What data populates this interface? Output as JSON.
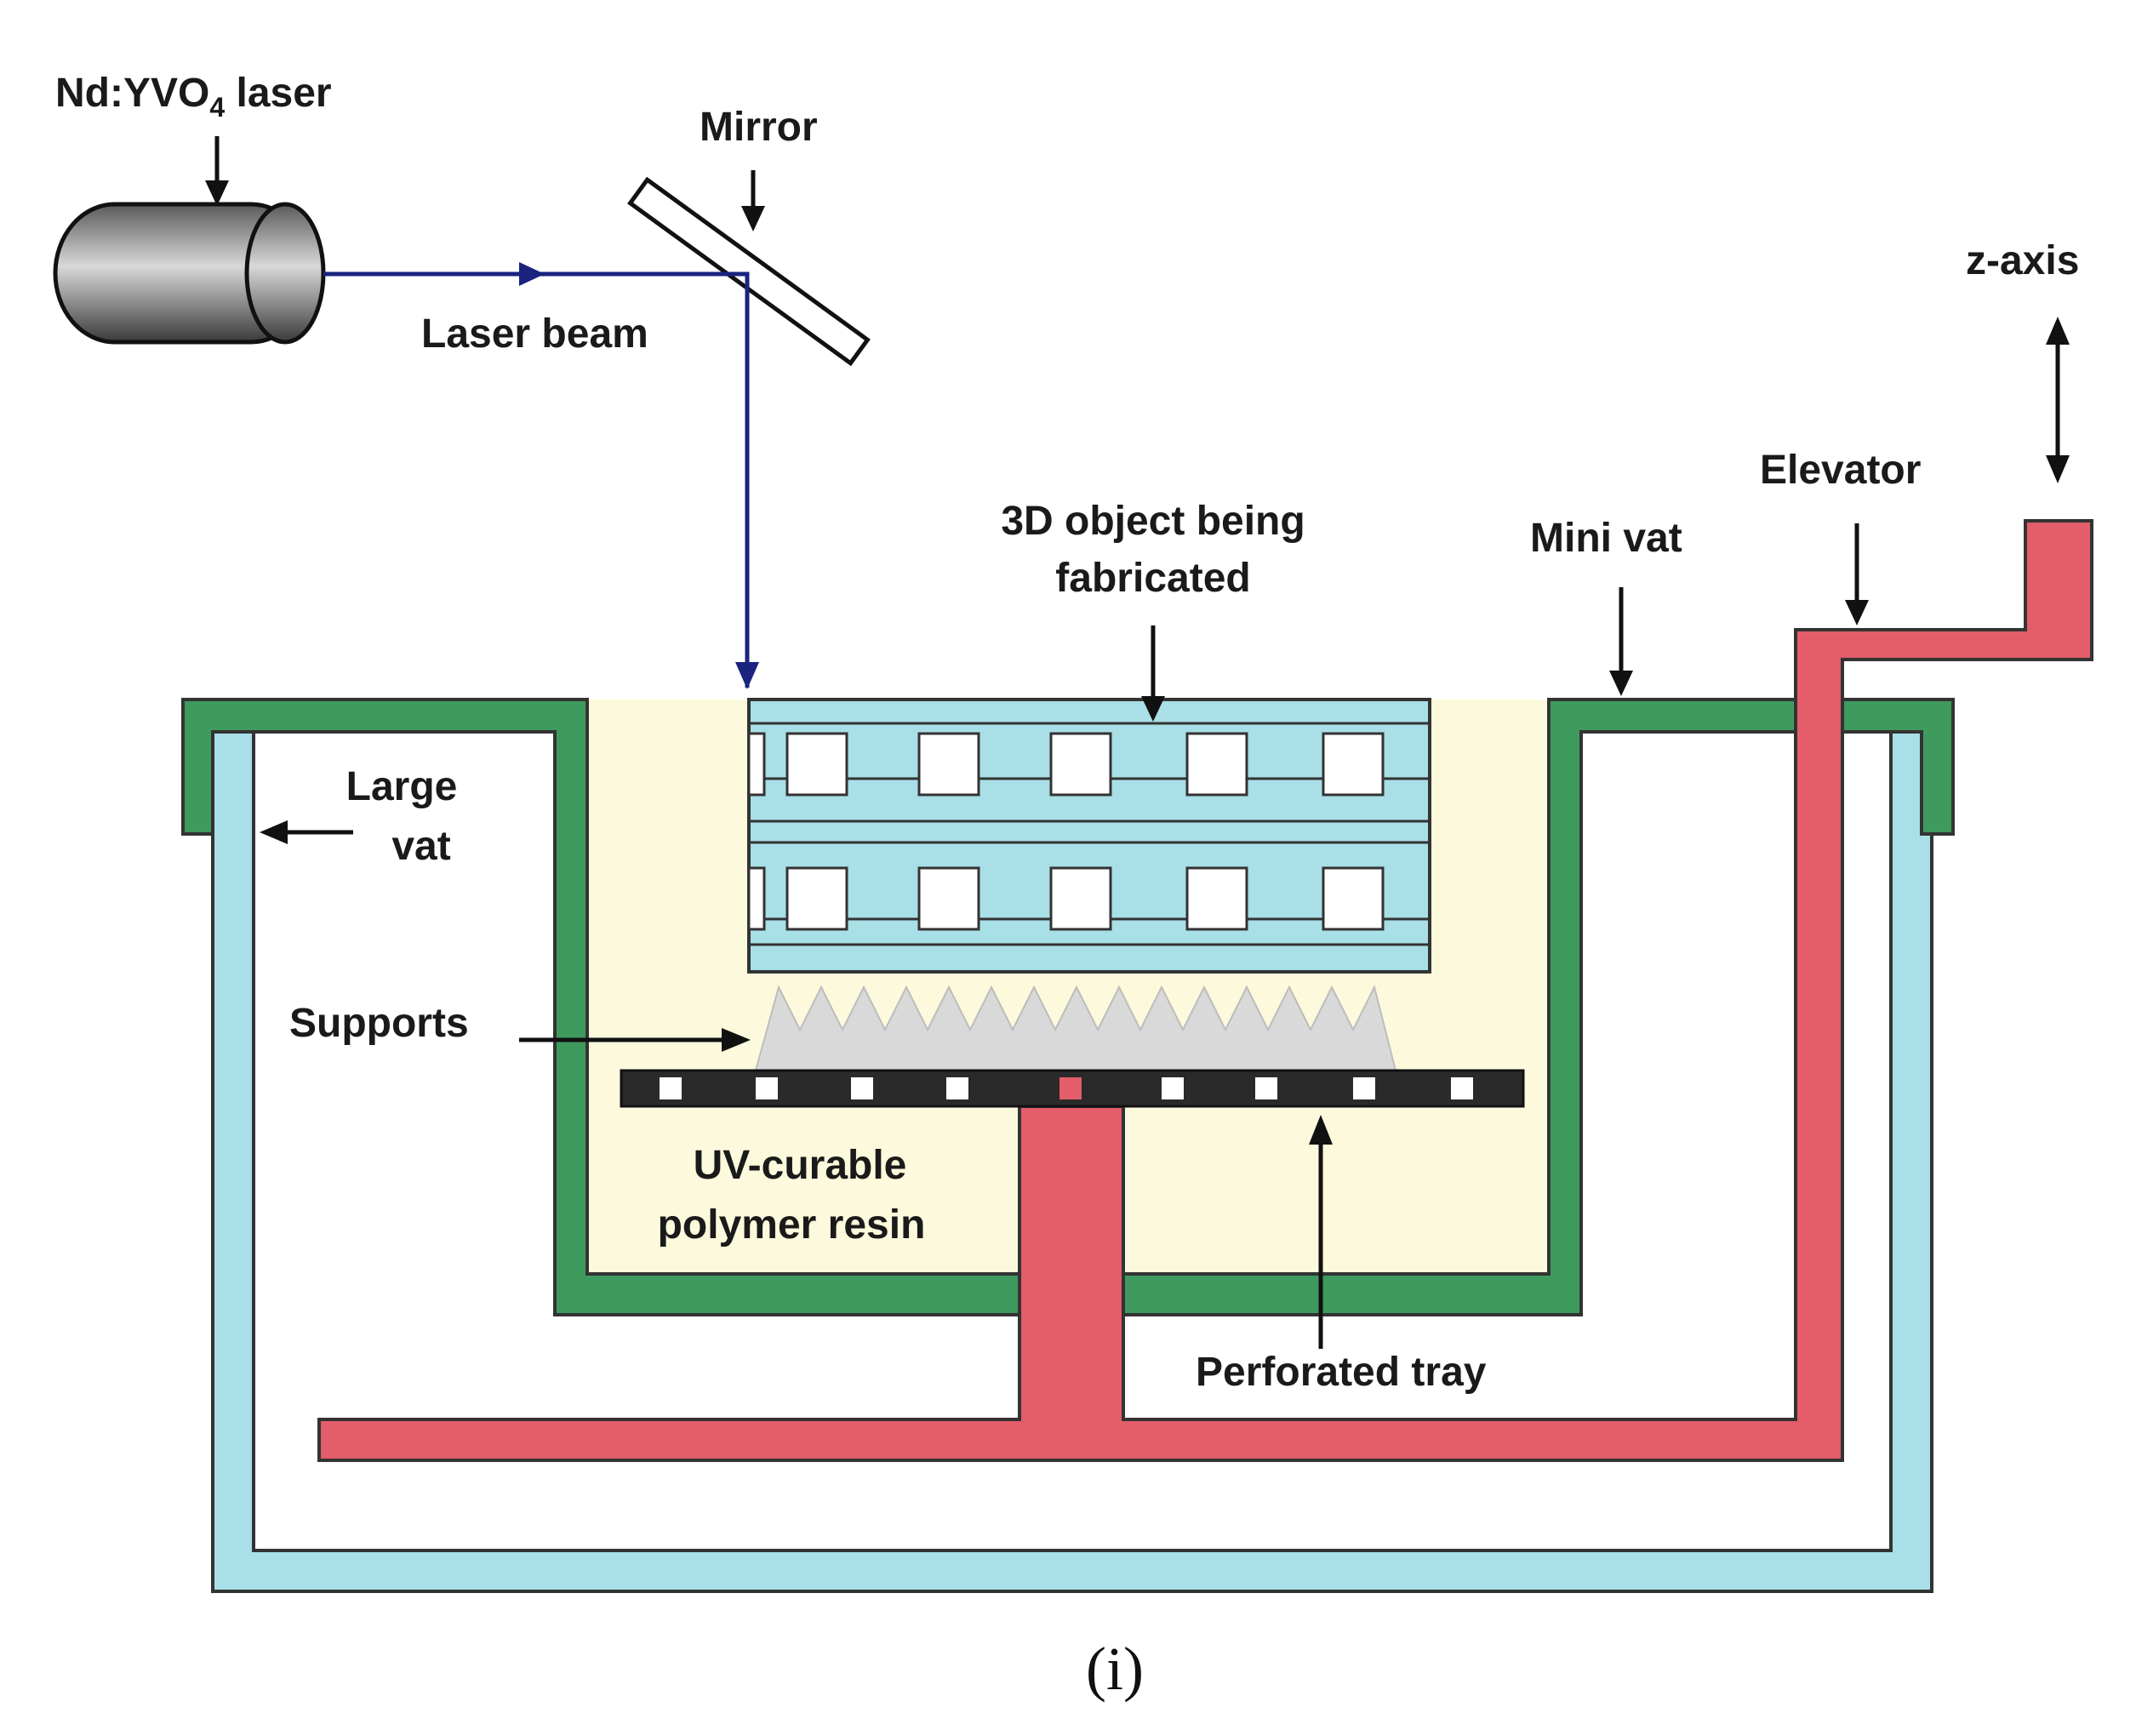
{
  "labels": {
    "laser_text": "Nd:YVO",
    "laser_subscript": "4",
    "laser_suffix": " laser",
    "mirror": "Mirror",
    "laser_beam": "Laser beam",
    "z_axis": "z-axis",
    "elevator": "Elevator",
    "object_line1": "3D object being",
    "object_line2": "fabricated",
    "mini_vat": "Mini vat",
    "large_vat_line1": "Large",
    "large_vat_line2": "vat",
    "supports": "Supports",
    "resin_line1": "UV-curable",
    "resin_line2": "polymer resin",
    "perforated_tray": "Perforated tray"
  },
  "caption": "(i)",
  "colors": {
    "large_vat": "#a8dfe8",
    "mini_vat": "#3f9a5e",
    "elevator": "#e35d6a",
    "resin": "#fdf9dc",
    "object": "#a9dfe6",
    "supports": "#d9d9d9",
    "tray": "#2a2a2a",
    "beam": "#1a237e",
    "arrow": "#111111"
  }
}
